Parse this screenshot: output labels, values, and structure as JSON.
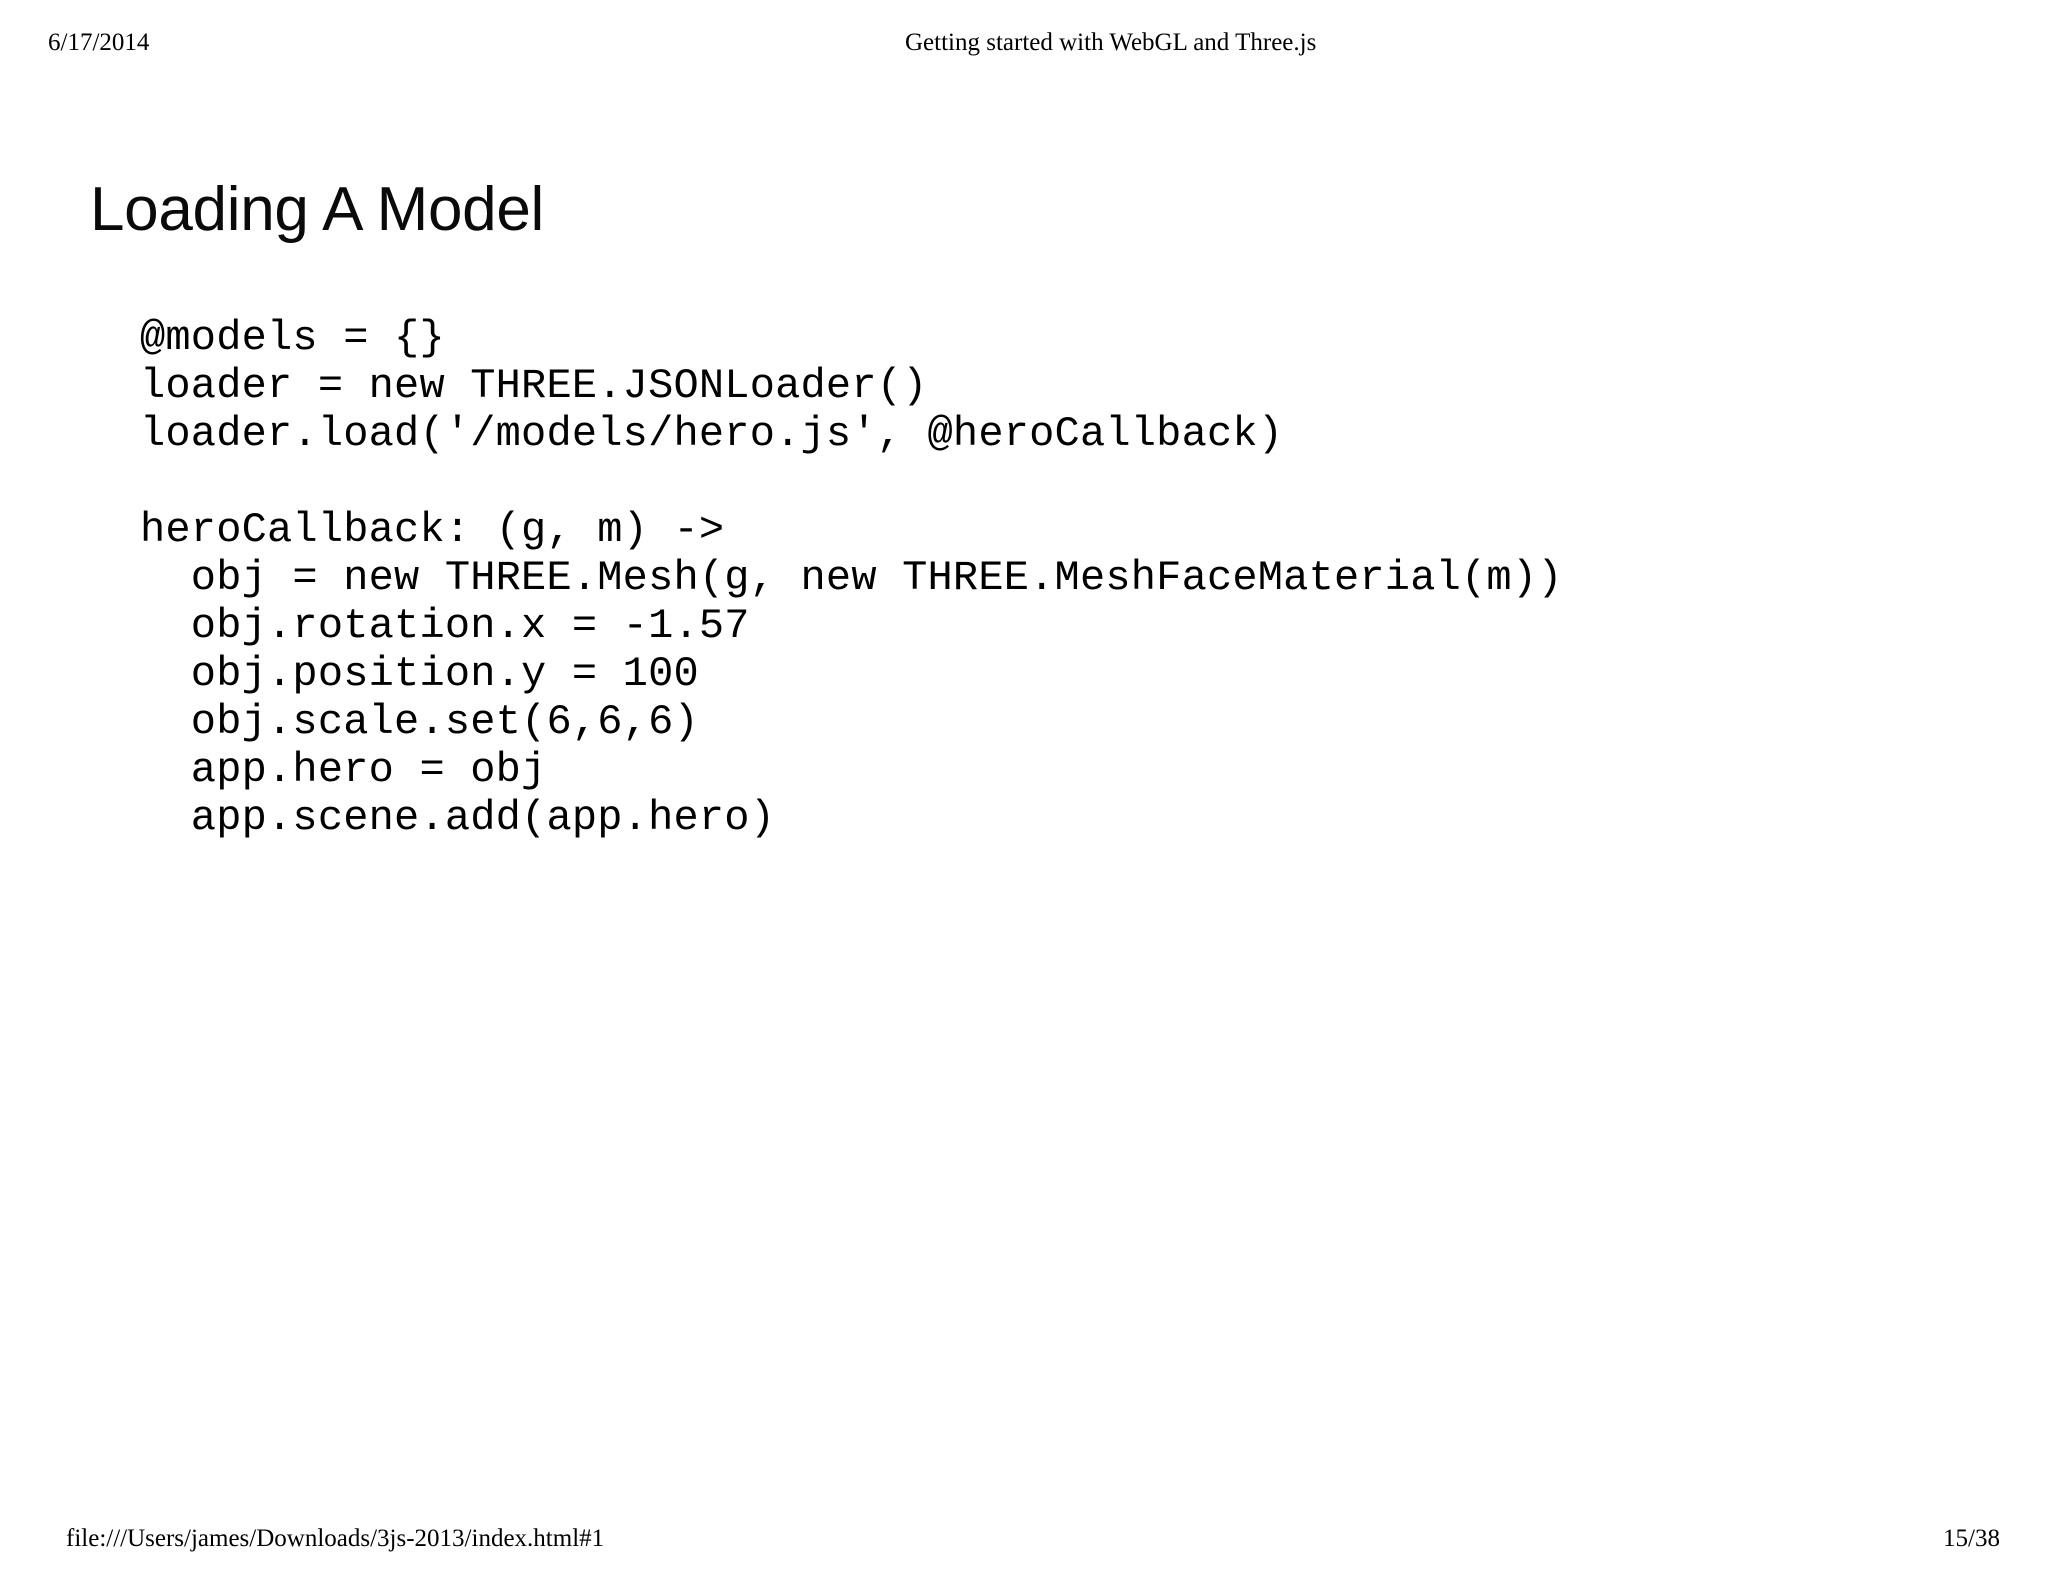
{
  "document": {
    "background_color": "#ffffff",
    "text_color": "#000000"
  },
  "print_header": {
    "date": "6/17/2014",
    "document_title": "Getting started with WebGL and Three.js"
  },
  "slide": {
    "title": "Loading A Model",
    "code_lines": [
      "@models = {}",
      "loader = new THREE.JSONLoader()",
      "loader.load('/models/hero.js', @heroCallback)",
      "",
      "heroCallback: (g, m) ->",
      "  obj = new THREE.Mesh(g, new THREE.MeshFaceMaterial(m))",
      "  obj.rotation.x = -1.57",
      "  obj.position.y = 100",
      "  obj.scale.set(6,6,6)",
      "  app.hero = obj",
      "  app.scene.add(app.hero)"
    ]
  },
  "print_footer": {
    "source_url": "file:///Users/james/Downloads/3js-2013/index.html#1",
    "page_indicator": "15/38"
  }
}
